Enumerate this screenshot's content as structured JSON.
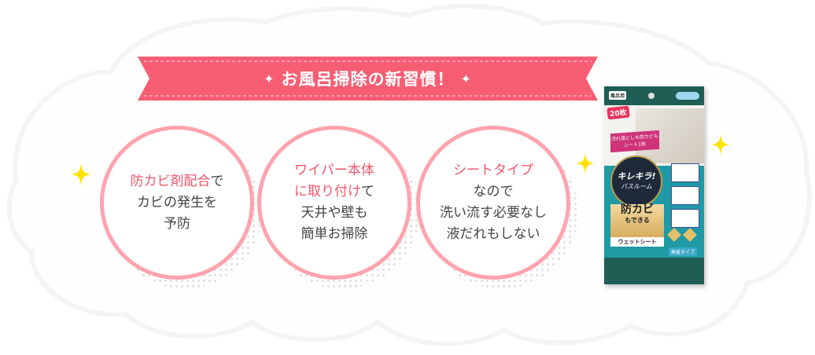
{
  "banner": {
    "title": "お風呂掃除の新習慣！",
    "sparkle_glyph": "✦",
    "color": "#f75e73"
  },
  "features": [
    {
      "highlight": "防カビ剤配合",
      "line1_rest": "で",
      "lines": [
        "カビの発生を",
        "予防"
      ]
    },
    {
      "highlight_lines": [
        "ワイパー本体",
        "に取り付け"
      ],
      "line2_rest": "て",
      "lines": [
        "天井や壁も",
        "簡単お掃除"
      ]
    },
    {
      "highlight": "シートタイプ",
      "lines": [
        "なので",
        "洗い流す必要なし",
        "液だれもしない"
      ]
    }
  ],
  "product": {
    "top_label": "風呂用",
    "count_badge": "20枚",
    "pink_band": [
      "汚れ落としも防カビも",
      "シート1枚"
    ],
    "brand_line1": "キレキラ!",
    "brand_line2": "バスルーム",
    "feature_big": "防カビ",
    "feature_sub": "もできる",
    "type_label": "ウェットシート",
    "scent_label": "無香タイプ"
  },
  "colors": {
    "ribbon": "#f75e73",
    "circle_border": "#ffa3ae",
    "highlight_text": "#f0576c",
    "body_text": "#444444",
    "sparkle": "#ffe100",
    "cloud_outline": "#f7f7f7"
  }
}
